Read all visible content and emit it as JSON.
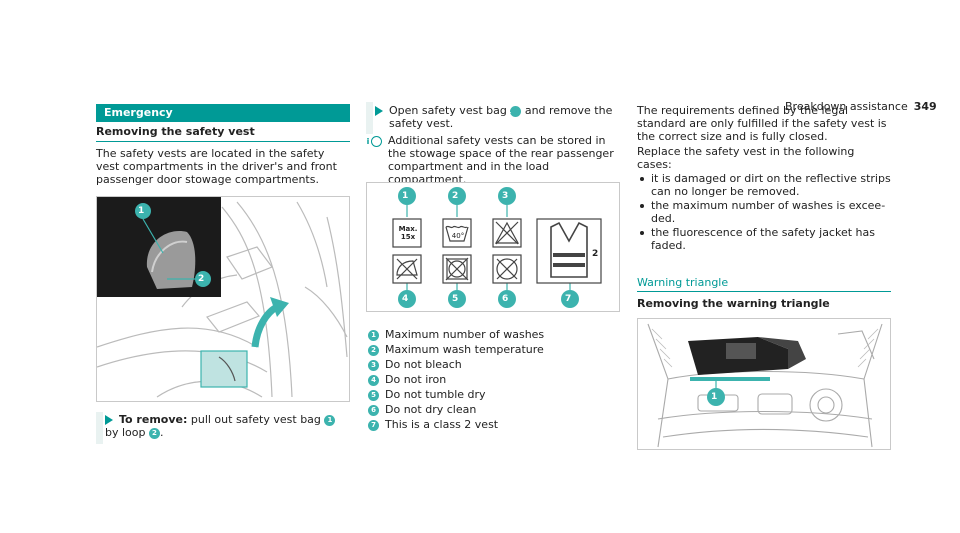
{
  "header": {
    "section": "Breakdown assistance",
    "page_number": "349"
  },
  "col1": {
    "section_bar": "Emergency",
    "heading": "Removing the safety vest",
    "intro": "The safety vests are located in the safety vest compartments in the driver's and front passenger door stowage compartments.",
    "step": {
      "label": "To remove:",
      "text_a": " pull out safety vest bag ",
      "num1": "1",
      "text_b": " by loop ",
      "num2": "2",
      "text_c": "."
    },
    "figure_callouts": [
      "1",
      "2"
    ]
  },
  "col2": {
    "step": {
      "text_a": "Open safety vest bag ",
      "num1": "1",
      "text_b": " and remove the safety vest."
    },
    "info": "Additional safety vests can be stored in the stowage space of the rear passenger compartment and in the load compartment.",
    "figure_callouts": [
      "1",
      "2",
      "3",
      "4",
      "5",
      "6",
      "7"
    ],
    "figure_text": {
      "max": "Max.",
      "times": "15x",
      "temp": "40°",
      "class": "2"
    },
    "legend": [
      {
        "num": "1",
        "text": "Maximum number of washes"
      },
      {
        "num": "2",
        "text": "Maximum wash temperature"
      },
      {
        "num": "3",
        "text": "Do not bleach"
      },
      {
        "num": "4",
        "text": "Do not iron"
      },
      {
        "num": "5",
        "text": "Do not tumble dry"
      },
      {
        "num": "6",
        "text": "Do not dry clean"
      },
      {
        "num": "7",
        "text": "This is a class 2 vest"
      }
    ]
  },
  "col3": {
    "intro": "The requirements defined by the legal standard are only fulfilled if the safety vest is the correct size and is fully closed.",
    "replace": "Replace the safety vest in the following cases:",
    "bullets": [
      "it is damaged or dirt on the reflective strips can no longer be removed.",
      "the maximum number of washes is excee­ded.",
      "the fluorescence of the safety jacket has faded."
    ],
    "subtitle": "Warning triangle",
    "heading": "Removing the warning triangle",
    "figure_callouts": [
      "1"
    ]
  },
  "colors": {
    "accent": "#009a96",
    "callout": "#3cb3ae"
  }
}
